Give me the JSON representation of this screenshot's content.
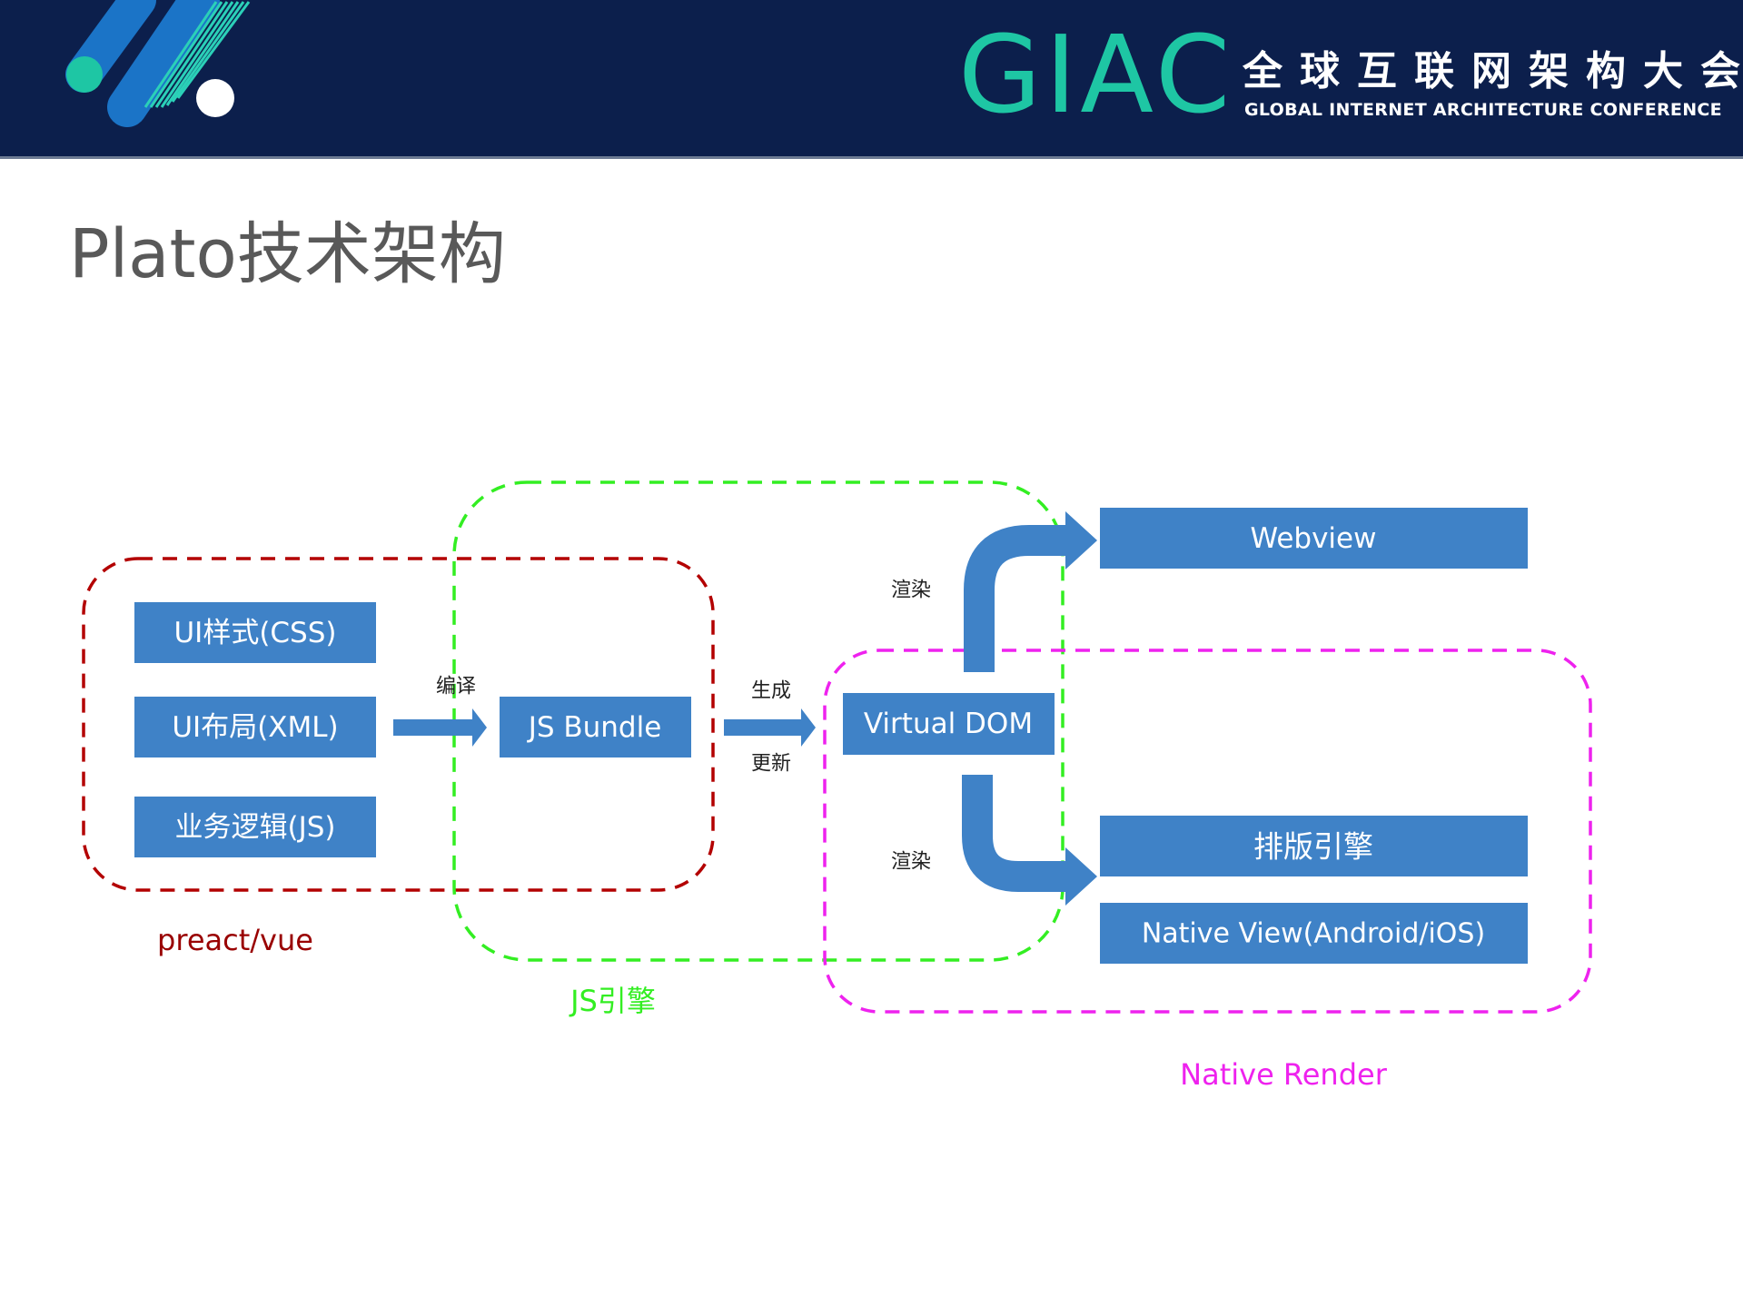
{
  "header": {
    "brand": "GIAC",
    "brand_cn": "全球互联网架构大会",
    "brand_en": "GLOBAL INTERNET ARCHITECTURE CONFERENCE",
    "colors": {
      "background": "#0c1f4c",
      "accent": "#1ec6a4",
      "logo_blue": "#1b74c7"
    }
  },
  "title": "Plato技术架构",
  "diagram": {
    "box_color": "#3f82c7",
    "nodes": {
      "ui_css": "UI样式(CSS)",
      "ui_xml": "UI布局(XML)",
      "biz_js": "业务逻辑(JS)",
      "js_bundle": "JS Bundle",
      "virtual_dom": "Virtual DOM",
      "webview": "Webview",
      "layout_engine": "排版引擎",
      "native_view": "Native View(Android/iOS)"
    },
    "edges": {
      "compile": "编译",
      "generate": "生成",
      "update": "更新",
      "render_top": "渲染",
      "render_bottom": "渲染"
    },
    "groups": {
      "frontend": {
        "label": "preact/vue",
        "color": "#b30000"
      },
      "js_engine": {
        "label": "JS引擎",
        "color": "#33ee22"
      },
      "native_render": {
        "label": "Native Render",
        "color": "#ee22ee"
      }
    }
  }
}
